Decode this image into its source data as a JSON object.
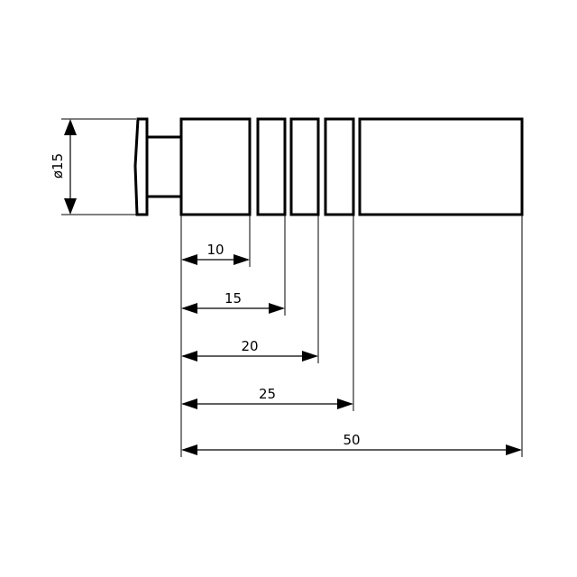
{
  "diameter_label": "ø15",
  "dimensions": [
    {
      "value": "10",
      "segment_end": 1
    },
    {
      "value": "15",
      "segment_end": 2
    },
    {
      "value": "20",
      "segment_end": 3
    },
    {
      "value": "25",
      "segment_end": 4
    },
    {
      "value": "50",
      "segment_end": 5
    }
  ],
  "colors": {
    "line": "#000000",
    "background": "#ffffff"
  }
}
